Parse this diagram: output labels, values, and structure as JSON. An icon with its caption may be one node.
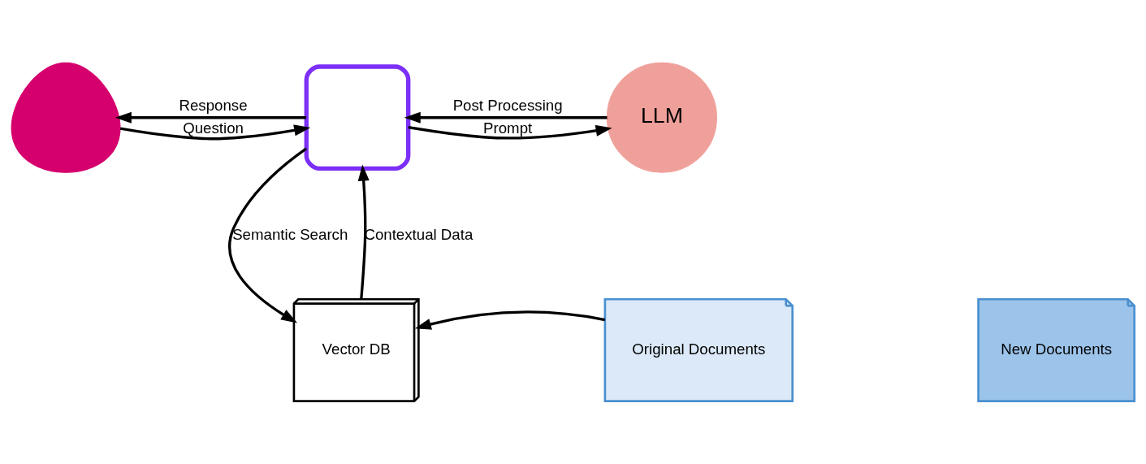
{
  "diagram": {
    "nodes": [
      {
        "text": [],
        "shape": "person"
      },
      {
        "text": [],
        "shape": "chip"
      },
      {
        "text": [
          "LLM"
        ]
      },
      {
        "text": [
          "Vector DB"
        ]
      },
      {
        "text": [
          "Original Documents"
        ]
      },
      {
        "text": [
          "New Documents"
        ]
      }
    ],
    "edges": [
      {
        "from": 0,
        "to": 1,
        "arrow": "to",
        "label": "Question"
      },
      {
        "from": 1,
        "to": 0,
        "arrow": "to",
        "label": "Response"
      },
      {
        "from": 1,
        "to": 2,
        "arrow": "to",
        "label": "Prompt"
      },
      {
        "from": 2,
        "to": 1,
        "arrow": "to",
        "label": "Post Processing"
      },
      {
        "from": 1,
        "to": 3,
        "arrow": "to",
        "label": "Semantic Search"
      },
      {
        "from": 3,
        "to": 1,
        "arrow": "to",
        "label": "Contextual Data"
      },
      {
        "from": 4,
        "to": 3,
        "arrow": "to"
      }
    ]
  }
}
